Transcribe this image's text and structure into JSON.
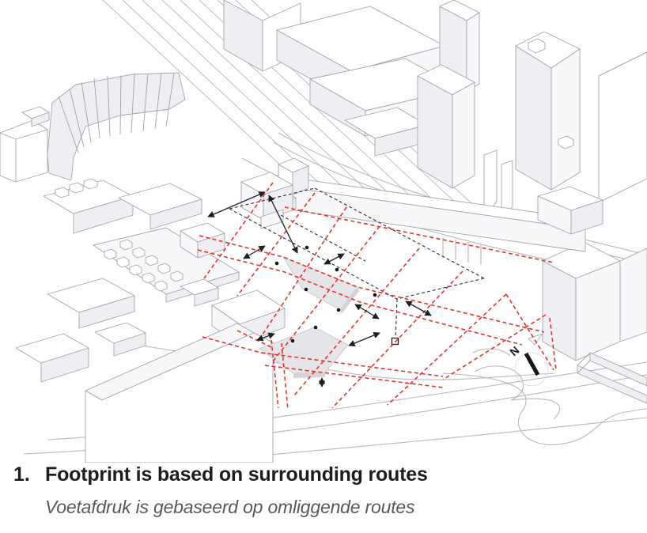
{
  "caption": {
    "number": "1.",
    "title": "Footprint is based on surrounding routes",
    "subtitle": "Voetafdruk is gebaseerd op omliggende routes"
  },
  "compass": {
    "label": "N"
  },
  "colors": {
    "route_red": "#e8322b",
    "ink": "#1d1d1f",
    "subtitle_gray": "#58585c",
    "building_stroke": "#a3a3ad",
    "building_fill": "#ffffff",
    "building_side": "#efeff3",
    "road_stroke": "#b7b7bf",
    "footprint_fill": "#e6e6ea"
  }
}
